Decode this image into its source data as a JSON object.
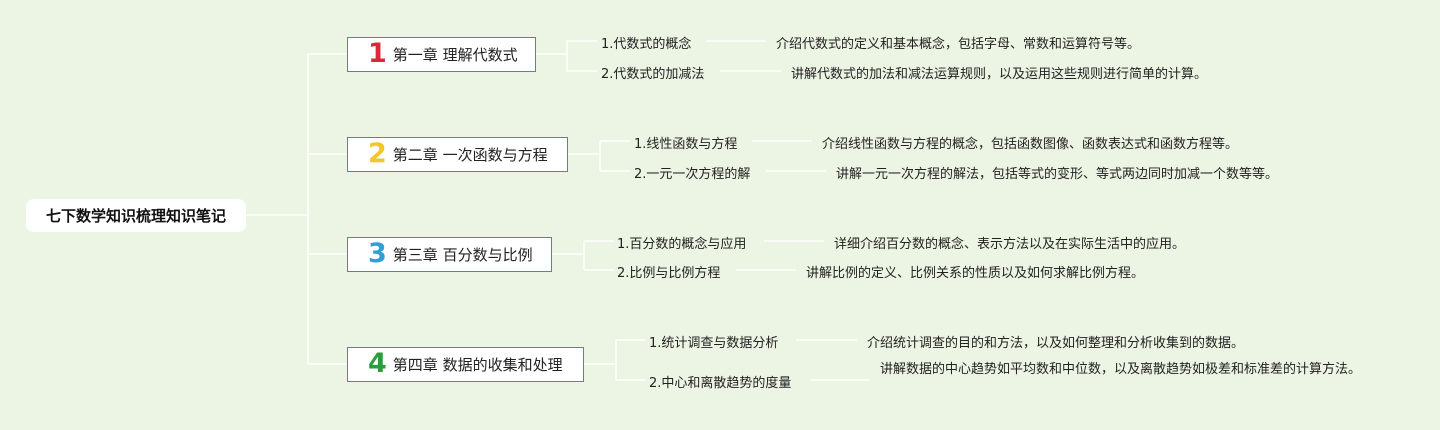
{
  "root": {
    "title": "七下数学知识梳理知识笔记"
  },
  "chapters": [
    {
      "number": "1",
      "color": "#d8283a",
      "title": "第一章 理解代数式",
      "topics": [
        {
          "label": "1.代数式的概念",
          "desc": "介绍代数式的定义和基本概念，包括字母、常数和运算符号等。"
        },
        {
          "label": "2.代数式的加减法",
          "desc": "讲解代数式的加法和减法运算规则，以及运用这些规则进行简单的计算。"
        }
      ]
    },
    {
      "number": "2",
      "color": "#f2c531",
      "title": "第二章 一次函数与方程",
      "topics": [
        {
          "label": "1.线性函数与方程",
          "desc": "介绍线性函数与方程的概念，包括函数图像、函数表达式和函数方程等。"
        },
        {
          "label": "2.一元一次方程的解",
          "desc": "讲解一元一次方程的解法，包括等式的变形、等式两边同时加减一个数等等。"
        }
      ]
    },
    {
      "number": "3",
      "color": "#2f9fd8",
      "title": "第三章 百分数与比例",
      "topics": [
        {
          "label": "1.百分数的概念与应用",
          "desc": "详细介绍百分数的概念、表示方法以及在实际生活中的应用。"
        },
        {
          "label": "2.比例与比例方程",
          "desc": "讲解比例的定义、比例关系的性质以及如何求解比例方程。"
        }
      ]
    },
    {
      "number": "4",
      "color": "#2a9d3c",
      "title": "第四章 数据的收集和处理",
      "topics": [
        {
          "label": "1.统计调查与数据分析",
          "desc": "介绍统计调查的目的和方法，以及如何整理和分析收集到的数据。"
        },
        {
          "label": "2.中心和离散趋势的度量",
          "desc": "讲解数据的中心趋势如平均数和中位数，以及离散趋势如极差和标准差的计算方法。"
        }
      ]
    }
  ]
}
